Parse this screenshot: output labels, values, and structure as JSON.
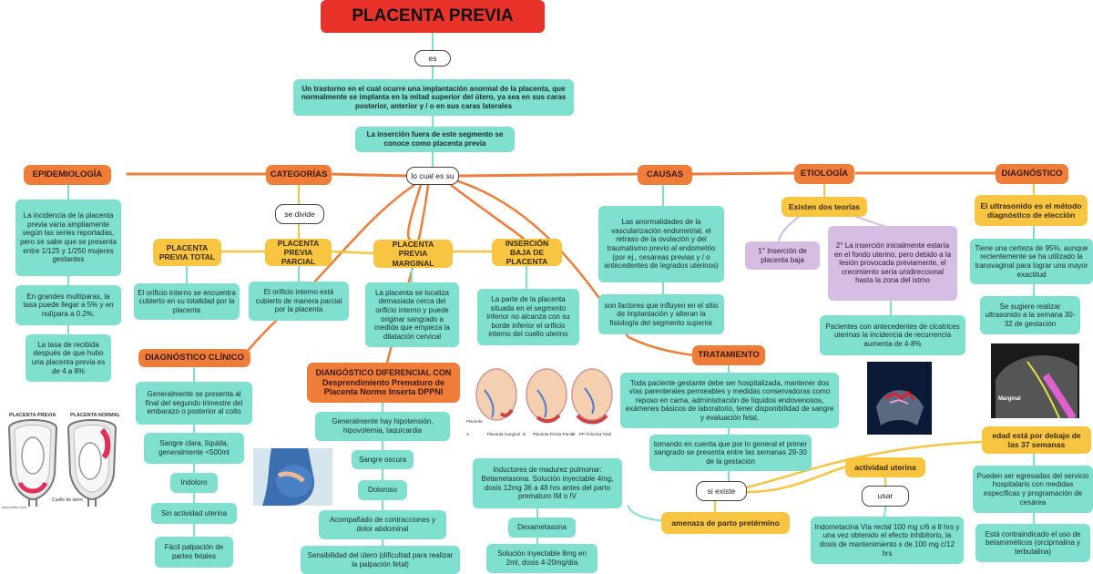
{
  "title": "PLACENTA PREVIA",
  "link_es": "es",
  "definition": "Un trastorno en el cual ocurre una implantación anormal de la placenta, que normalmente se implanta en la mitad superior del útero, ya sea en sus caras posterior, anterior y / o en sus caras laterales",
  "insertion": "La inserción fuera de este segmento se conoce como placenta previa",
  "center_link": "lo cual es su",
  "epidemiologia": {
    "label": "EPIDEMIOLOGÍA",
    "items": [
      "La incidencia de la placenta previa varía ampliamente según las series reportadas, pero se sabe que se presenta entre 1/125 y 1/250 mujeres gestantes",
      "En grandes multíparas, la tasa puede llegar a 5% y en nulípara a 0.2%.",
      "La tasa de recibida después de que hubo una placenta previa es de 4 a 8%"
    ]
  },
  "image_left": {
    "label_previa": "PLACENTA PREVIA",
    "label_normal": "PLACENTA NORMAL",
    "label_cuello": "Cuello de útero",
    "credit": "www.bebe.com"
  },
  "categorias": {
    "label": "CATEGORÍAS",
    "link": "se divide",
    "total": {
      "label": "PLACENTA PREVIA TOTAL",
      "desc": "El orificio interno se encuentra cubierto en su totalidad por la placenta"
    },
    "parcial": {
      "label": "PLACENTA PREVIA PARCIAL",
      "desc": "El orificio interno está cubierto de manera parcial por la placenta"
    },
    "marginal": {
      "label": "PLACENTA PREVIA MARGINAL",
      "desc": "La placenta se localiza demasiada cerca del orificio interno y puede originar sangrado a medida que empieza la dilatación cervical"
    },
    "baja": {
      "label": "INSERCIÓN BAJA DE PLACENTA",
      "desc": "La parte de la placenta situada en el segmento inferior no alcanza con su borde inferior el orificio interno del cuello uterino"
    }
  },
  "image_types": {
    "labels": [
      "Placenta",
      "Placenta marginal",
      "Placenta Previa Parcial",
      "PP Oclusiva Total"
    ],
    "letters": [
      "A",
      "B",
      "C"
    ]
  },
  "diagnostico_clinico": {
    "label": "DIAGNÓSTICO CLÍNICO",
    "items": [
      "Generalmente se presenta al final del segundo trimestre del embarazo o posterior al coito",
      "Sangre clara, líquida, generalmente <500ml",
      "Indoloro",
      "Sin actividad uterina",
      "Fácil palpación de partes fetales"
    ]
  },
  "diferencial": {
    "label": "DIANGÓSTICO DIFERENCIAL CON Desprendimiento Prematuro de Placenta Normo Inserta DPPNI",
    "items": [
      "Generalmente hay hipotensión, hipovolemia, taquicardia",
      "Sangre oscura",
      "Doloroso",
      "Acompañado de contracciones y dolor abdominal",
      "Sensibilidad del útero (dificultad para realizar la palpación fetal)"
    ]
  },
  "causas": {
    "label": "CAUSAS",
    "desc": "Las anormalidades de la vascularización endometrial, el retraso de la ovulación y del traumatismo previo al endometrio (por ej., cesáreas previas y / o antecedentes de legrados uterinos)",
    "factores": "son factores que influyen en el sitio de implantación y alteran la fisiología del segmento superior"
  },
  "etiologia": {
    "label": "ETIOLOGÍA",
    "teorias": "Existen dos teorías",
    "t1": "1° Inserción de placenta baja",
    "t2": "2° La inserción inicialmente estaría en el fondo uterino, pero debido a la lesión provocada previamente, el crecimiento sería unidireccional hasta la zona del istmo",
    "cicatrices": "Pacientes con antecedentes de cicatrices uterinas la incidencia de recurrencia aumenta de 4-8%"
  },
  "diagnostico": {
    "label": "DIAGNÓSTICO",
    "ultrasonido": "El ultrasonido es el método diagnóstico de elección",
    "certeza": "Tiene una certeza de 95%, aunque recientemente se ha utilizado la transvaginal para lograr una mayor exactitud",
    "semana": "Se sugiere realizar ultrasonido a la semana 30-32 de gestación",
    "us_label": "Marginal"
  },
  "tratamiento": {
    "label": "TRATAMIENTO",
    "hospital": "Toda paciente gestante debe ser hospitalizada, mantener dos vías parenterales permeables y medidas conservadoras como reposo en cama, administración de líquidos endovenosos, exámenes básicos de laboratorio, tener disponibilidad de sangre y evaluación fetal,",
    "tomando": "tomando en cuenta que por lo general el primer sangrado se presenta entre las semanas 29-30 de la gestación",
    "si_existe": "si existe",
    "amenaza": "amenaza de parto pretérmino",
    "actividad": "actividad uterina",
    "edad": "edad está por debajo de las 37 semanas",
    "usar": "usar",
    "indometacina": "Indometacina Vía rectal 100 mg c/6 a 8 hrs y una vez obtenido el efecto inhibitorio, la dosis de mantenimiento s de 100 mg c/12 hrs",
    "egresadas": "Pueden ser egresadas del servicio hospitalario con medidas específicas y programación de cesárea",
    "contraindicado": "Está contraindicado el uso de betamiméticos (orciprnalina y terbutalina)",
    "inductores": "Inductores de madurez pulmonar: Betametasona. Solución inyectable 4mg, dosis 12mg 36 a 48 hrs antes del parto prematuro IM o IV",
    "dexametasona": "Dexametasona",
    "solucion": "Solución inyectable 8mg en 2ml, dosis 4-20mg/día"
  },
  "colors": {
    "teal": "#7fe0cf",
    "orange": "#f07c3a",
    "yellow": "#f7c541",
    "purple": "#d6bde3",
    "title_red": "#e8322a"
  }
}
